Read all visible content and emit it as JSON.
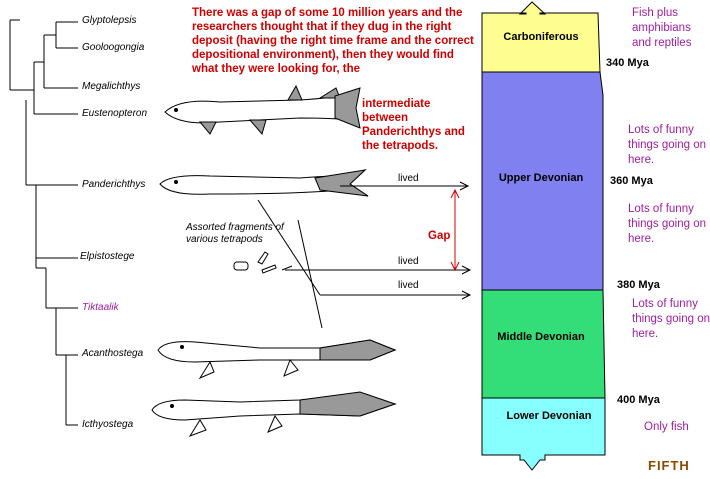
{
  "taxa": [
    "Glyptolepsis",
    "Gooloogongia",
    "Megalichthys",
    "Eustenopteron",
    "Panderichthys",
    "Elpistostege",
    "Tiktaalik",
    "Acanthostega",
    "Icthyostega"
  ],
  "note_gap": "There was a gap of some 10 million years and the researchers thought that if they dug in the right deposit (having the right time frame and the correct depositional environment), then they would find what they were looking for, the",
  "note_gap_cont": "intermediate between Panderichthys and the tetrapods.",
  "fragments_label": "Assorted fragments of various tetrapods",
  "gap_label": "Gap",
  "lived_label": "lived",
  "periods": [
    {
      "name": "Carboniferous",
      "color": "#fdfd90"
    },
    {
      "name": "Upper Devonian",
      "color": "#8080f0"
    },
    {
      "name": "Middle Devonian",
      "color": "#33dd77"
    },
    {
      "name": "Lower Devonian",
      "color": "#88ffff"
    }
  ],
  "mya": [
    "340 Mya",
    "360 Mya",
    "380 Mya",
    "400 Mya"
  ],
  "side_notes": [
    "Fish plus amphibians and reptiles",
    "Lots of funny things going on here.",
    "Lots of funny things going on here.",
    "Lots of funny things going on here.",
    "Only fish"
  ],
  "footer": "FIFTH",
  "colors": {
    "red": "#d00000",
    "purple": "#a020a0",
    "brown": "#8b4a00"
  }
}
